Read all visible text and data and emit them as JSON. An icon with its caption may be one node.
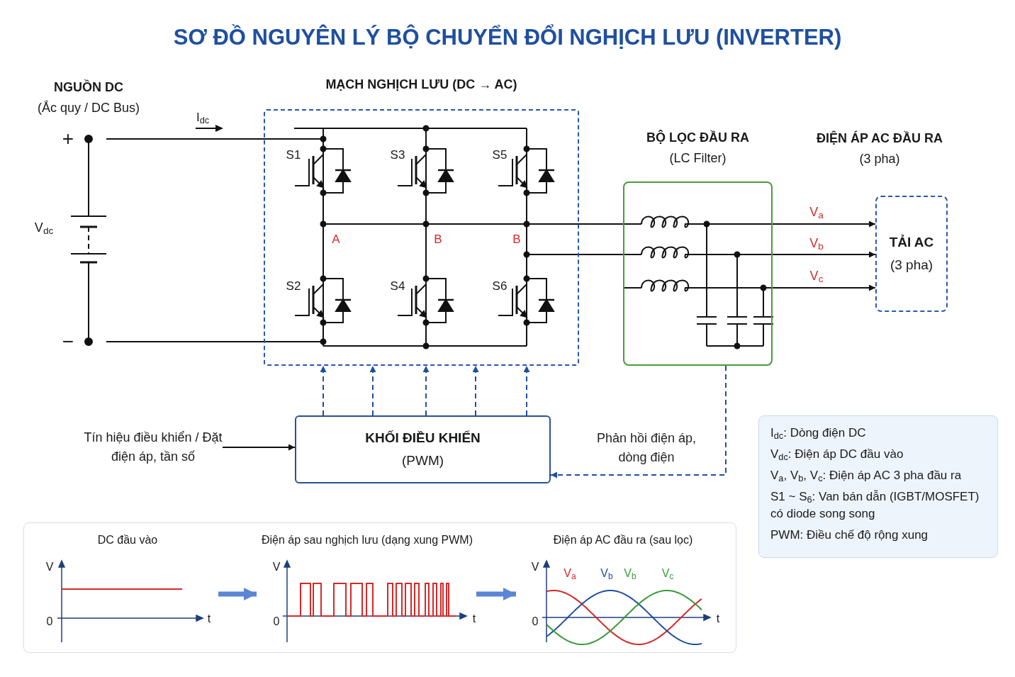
{
  "diagram": {
    "title": "SƠ ĐỒ NGUYÊN LÝ BỘ CHUYỂN ĐỔI NGHỊCH LƯU (INVERTER)",
    "nodes": [
      {
        "text": [],
        "shape": "battery"
      },
      {
        "text": [
          "MẠCH NGHỊCH LƯU (DC → AC)"
        ]
      },
      {
        "text": [
          "BỘ LỌC ĐẦU RA",
          "(LC Filter)"
        ]
      },
      {
        "text": [
          "TẢI AC",
          "(3 pha)"
        ]
      },
      {
        "text": [
          "KHỐI ĐIỀU KHIỂN",
          "(PWM)"
        ]
      },
      {
        "text": [
          "Tín hiệu điều khiển / Đặt điện áp, tần số"
        ]
      },
      {
        "text": [
          "I$_{dc}$: Dòng điện DC",
          "V$_{dc}$: Điện áp DC đầu vào",
          "V$_{a}$, V$_{b}$, V$_{c}$: Điện áp AC 3 pha đầu ra",
          "S1 ~ S$_{6}$: Van bán dẫn (IGBT/MOSFET) có diode song song",
          "PWM: Điều chế độ rộng xung"
        ]
      },
      {
        "text": [],
        "shape": "box"
      },
      {
        "text": [
          "DC đầu vào"
        ],
        "in": 7
      },
      {
        "text": [
          "Điện áp sau nghịch lưu (dạng xung PWM)"
        ],
        "in": 7
      },
      {
        "text": [
          "Điện áp AC đầu ra (sau lọc)"
        ],
        "in": 7
      }
    ],
    "edges": [
      {
        "from": 0,
        "to": 1,
        "arrow": "none"
      },
      {
        "from": 0,
        "to": 1,
        "arrow": "none"
      },
      {
        "from": 1,
        "to": 2,
        "arrow": "none"
      },
      {
        "from": 1,
        "to": 2,
        "arrow": "none"
      },
      {
        "from": 2,
        "to": 3,
        "arrow": "to",
        "label": "V$_{a}$"
      },
      {
        "from": 2,
        "to": 3,
        "arrow": "to",
        "label": "V$_{b}$"
      },
      {
        "from": 2,
        "to": 3,
        "arrow": "to",
        "label": "V$_{c}$"
      },
      {
        "from": 4,
        "to": 1,
        "arrow": "to",
        "style": "dashed",
        "color": "#1f4fa0"
      },
      {
        "from": 4,
        "to": 1,
        "arrow": "to",
        "style": "dashed",
        "color": "#1f4fa0"
      },
      {
        "from": 4,
        "to": 1,
        "arrow": "to",
        "style": "dashed",
        "color": "#1f4fa0"
      },
      {
        "from": 4,
        "to": 1,
        "arrow": "to",
        "style": "dashed",
        "color": "#1f4fa0"
      },
      {
        "from": 4,
        "to": 1,
        "arrow": "to",
        "style": "dashed",
        "color": "#1f4fa0"
      },
      {
        "from": 5,
        "to": 4,
        "arrow": "to"
      },
      {
        "from": 2,
        "to": 4,
        "arrow": "to",
        "style": "dashed",
        "color": "#1f4fa0",
        "label": "Phản hồi điện áp, dòng điện"
      },
      {
        "from": 8,
        "to": 9,
        "arrow": "to",
        "style": "thick",
        "color": "#5b86d6"
      },
      {
        "from": 9,
        "to": 10,
        "arrow": "to",
        "style": "thick",
        "color": "#5b86d6"
      }
    ],
    "labels": [
      "NGUỒN DC",
      "(Ắc quy / DC Bus)",
      "I$_{dc}$",
      "+",
      "V$_{dc}$",
      "−",
      "S1",
      "S3",
      "S5",
      "A",
      "B",
      "B",
      "S2",
      "S4",
      "S6",
      "ĐIỆN ÁP AC ĐẦU RA",
      "(3 pha)",
      "V",
      "0",
      "t",
      "V",
      "0",
      "t",
      "V",
      "0",
      "t",
      "V$_{a}$",
      "V$_{b}$",
      "V$_{b}$",
      "V$_{c}$"
    ]
  }
}
